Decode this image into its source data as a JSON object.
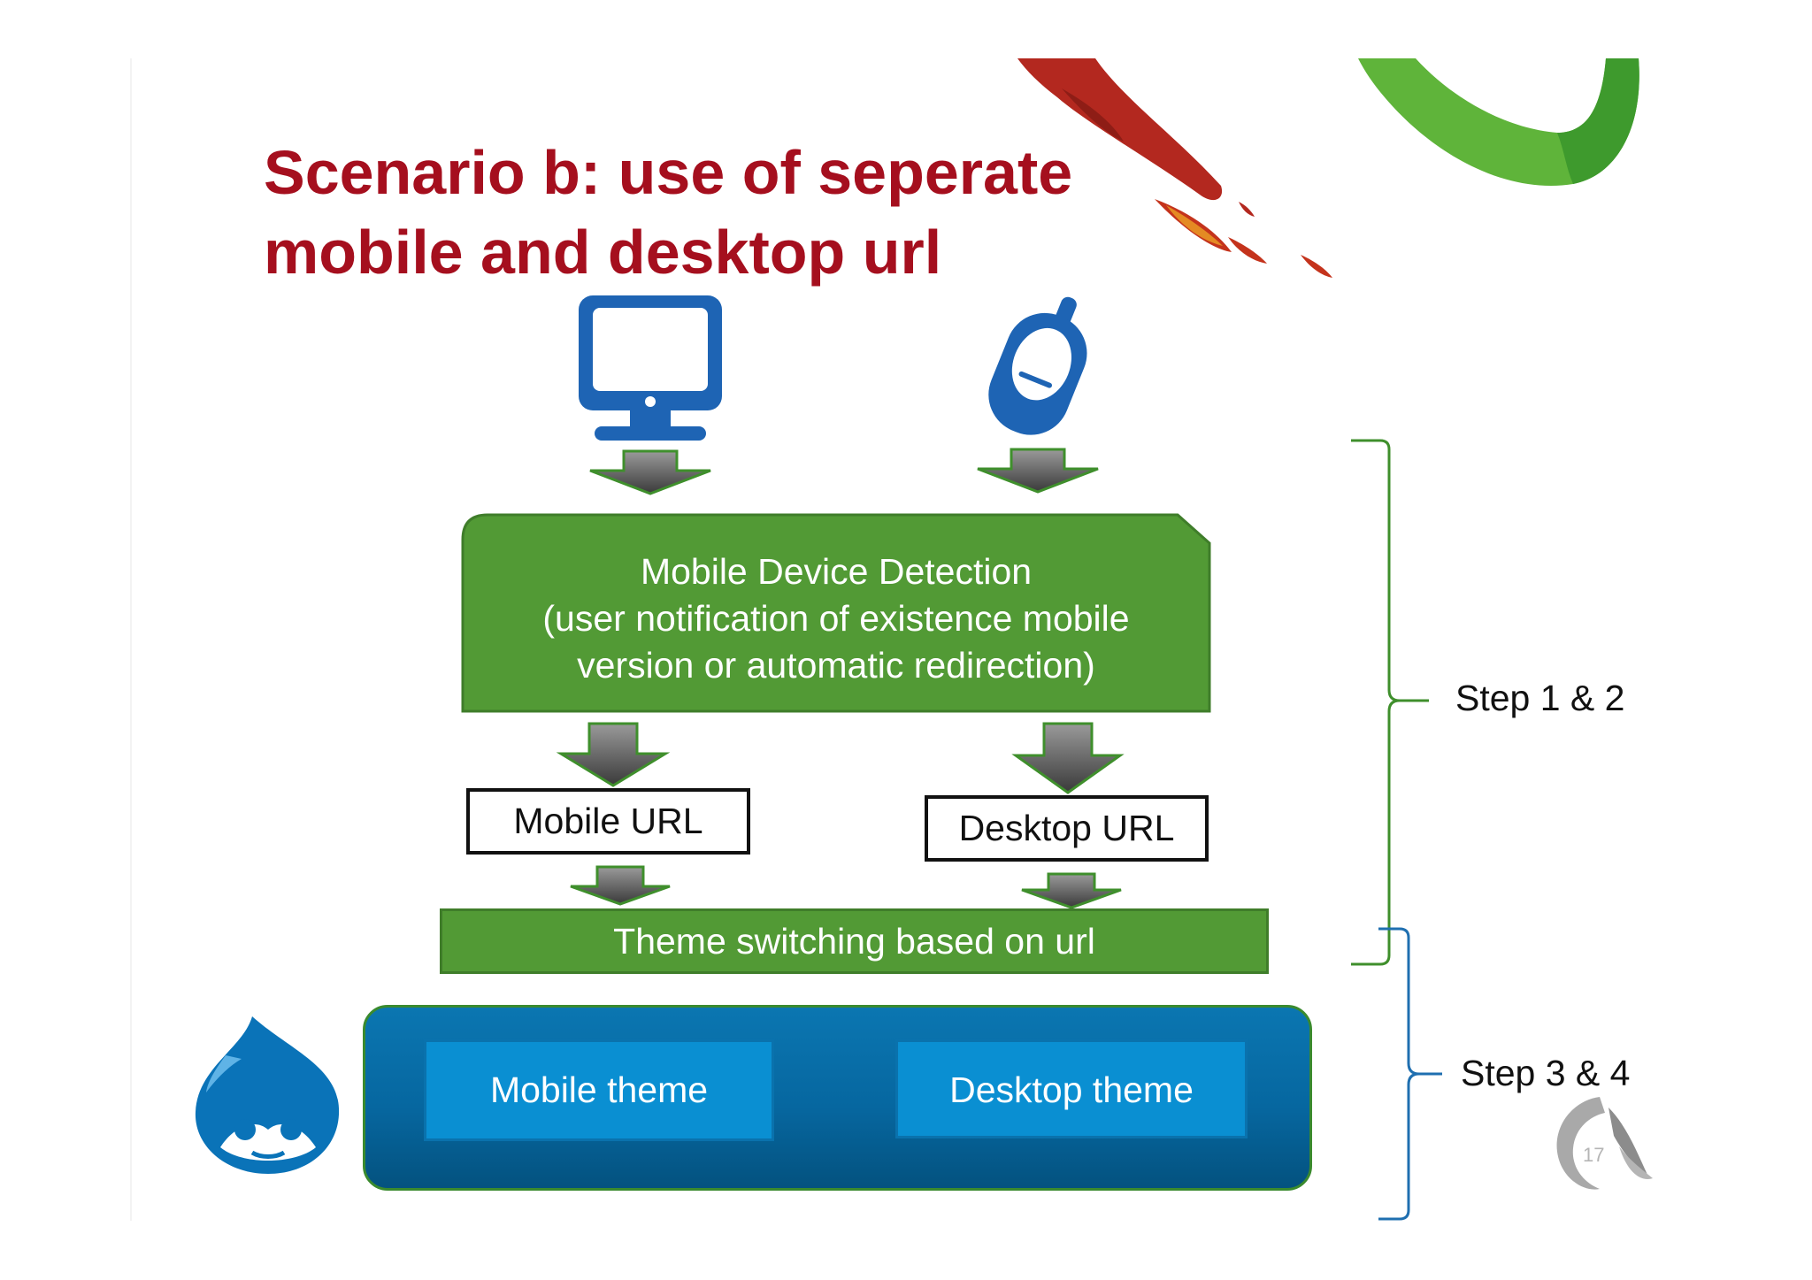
{
  "title": {
    "line1": "Scenario b: use of seperate",
    "line2": "mobile and desktop url"
  },
  "detection": {
    "line1": "Mobile Device Detection",
    "line2": "(user notification of existence mobile",
    "line3": "version or automatic redirection)"
  },
  "urls": {
    "mobile": "Mobile URL",
    "desktop": "Desktop URL"
  },
  "theme_switching": "Theme switching based on url",
  "themes": {
    "mobile": "Mobile theme",
    "desktop": "Desktop theme"
  },
  "steps": {
    "first": "Step 1 & 2",
    "second": "Step 3 & 4"
  },
  "page_number": "17",
  "colors": {
    "title": "#a50f1e",
    "green": "#529a35",
    "blue_icon": "#1e64b4",
    "drupal_blue": "#0a8fd2",
    "bracket_green": "#3f8f2c",
    "bracket_blue": "#1f6fb0"
  },
  "icons": [
    "desktop-monitor-icon",
    "mobile-phone-icon",
    "drupal-drop-logo",
    "down-arrow-icon"
  ]
}
